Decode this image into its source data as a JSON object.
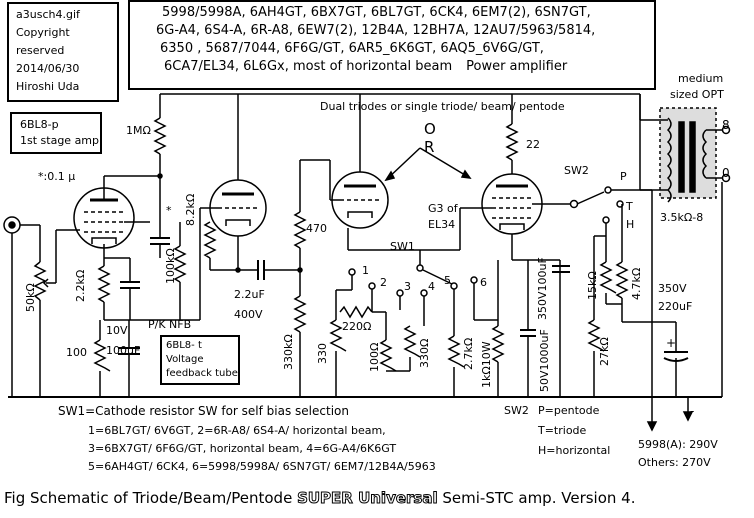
{
  "info_box": {
    "filename": "a3usch4.gif",
    "copyright_1": "Copyright",
    "copyright_2": "reserved",
    "date": "2014/06/30",
    "author": "Hiroshi Uda"
  },
  "tube_list": {
    "line1": "5998/5998A, 6AH4GT, 6BX7GT, 6BL7GT, 6CK4, 6EM7(2), 6SN7GT,",
    "line2": "6G-A4, 6S4-A, 6R-A8, 6EW7(2), 12B4A, 12BH7A, 12AU7/5963/5814,",
    "line3": "6350 , 5687/7044, 6F6G/GT, 6AR5_6K6GT, 6AQ5_6V6G/GT,",
    "line4": "6CA7/EL34, 6L6Gx, most of horizontal beam",
    "line4_tail": "Power amplifier"
  },
  "first_stage": {
    "line1": "6BL8-p",
    "line2": "1st stage amp"
  },
  "feedback_tube": {
    "line1": "6BL8- t",
    "line2": "Voltage",
    "line3": "feedback tube"
  },
  "labels": {
    "dual_triodes": "Dual triodes or single triode/ beam/ pentode",
    "opt_1": "medium",
    "opt_2": "sized OPT",
    "opt_imp": "3.5kΩ-8",
    "out_zero": "0",
    "out_eight": "8",
    "r_1m": "1MΩ",
    "cap_01": "*:0.1 μ",
    "star": "*",
    "r_82k": "8.2kΩ",
    "r_100k": "100kΩ",
    "r_22k": "2.2kΩ",
    "r_50k": "50kΩ",
    "v10": "10V",
    "c100u": "100uF",
    "r100": "100",
    "pk_nfb": "P/K NFB",
    "r_470": "470",
    "c22u": "2.2uF",
    "v400": "400V",
    "r_330k": "330kΩ",
    "o_label": "O",
    "r_label": "R",
    "r_22": "22",
    "g3_1": "G3 of",
    "g3_2": "EL34",
    "sw1": "SW1",
    "sw1_1": "1",
    "sw1_2": "2",
    "sw1_3": "3",
    "sw1_4": "4",
    "sw1_5": "5",
    "sw1_6": "6",
    "r_220": "220Ω",
    "r_330a": "330",
    "r_100b": "100Ω",
    "r_330b": "330Ω",
    "r_27k_a": "2.7kΩ",
    "r_1k10w": "1kΩ10W",
    "c_350_100": "350V100uF",
    "c_50_1000": "50V1000uF",
    "sw2": "SW2",
    "sw2_p": "P",
    "sw2_t": "T",
    "sw2_h": "H",
    "r_15k": "15kΩ",
    "r_47k": "4.7kΩ",
    "r_27k_b": "27kΩ",
    "v350": "350V",
    "c220u": "220uF",
    "plus": "+",
    "minus": "-",
    "sw2_desc_1": "P=pentode",
    "sw2_desc_2": "T=triode",
    "sw2_desc_3": "H=horizontal",
    "v_5998": "5998(A): 290V",
    "v_others": "Others: 270V"
  },
  "sw1_notes": {
    "line0": "SW1=Cathode resistor SW for self bias selection",
    "line1": "1=6BL7GT/ 6V6GT,  2=6R-A8/ 6S4-A/ horizontal beam,",
    "line2": "3=6BX7GT/ 6F6G/GT,  horizontal beam,    4=6G-A4/6K6GT",
    "line3": "5=6AH4GT/ 6CK4, 6=5998/5998A/ 6SN7GT/ 6EM7/12B4A/5963"
  },
  "caption": {
    "prefix": "Fig   Schematic of Triode/Beam/Pentode ",
    "emph": "SUPER Universal",
    "suffix": " Semi-STC amp. Version 4."
  }
}
